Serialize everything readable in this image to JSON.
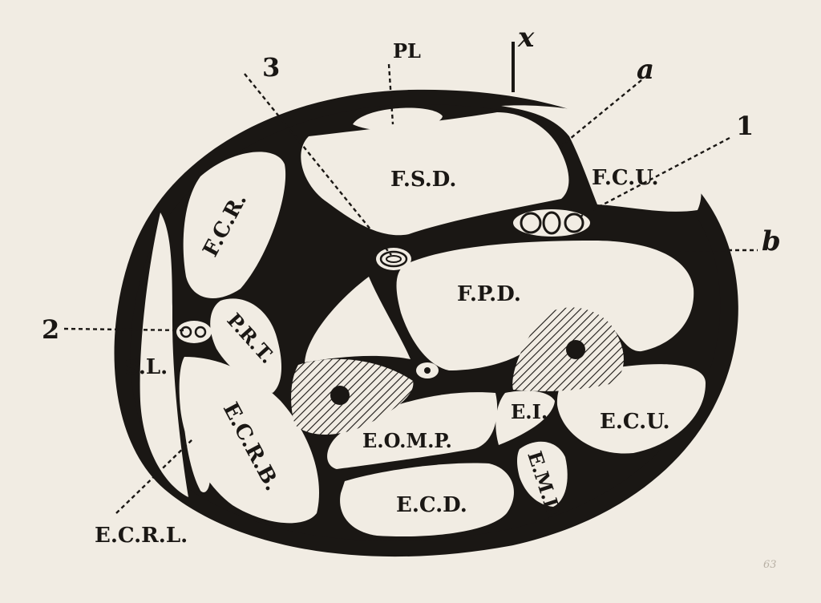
{
  "diagram": {
    "ink_color": "#1a1714",
    "paper_color": "#f1ece3",
    "compartments": {
      "pl": "PL",
      "fsd": "F.S.D.",
      "fcu": "F.C.U.",
      "fcr": "F.C.R.",
      "fpd": "F.P.D.",
      "prt": "P.R.T.",
      "sl": "S.L.",
      "ecrb": "E.C.R.B.",
      "eomp": "E.O.M.P.",
      "ei": "E.I.",
      "ecu": "E.C.U.",
      "emd": "E.M.D.",
      "ecd": "E.C.D.",
      "ecrl": "E.C.R.L."
    },
    "references": {
      "r3": "3",
      "x": "x",
      "a": "a",
      "r1": "1",
      "b": "b",
      "r2": "2"
    },
    "signature": "63"
  }
}
